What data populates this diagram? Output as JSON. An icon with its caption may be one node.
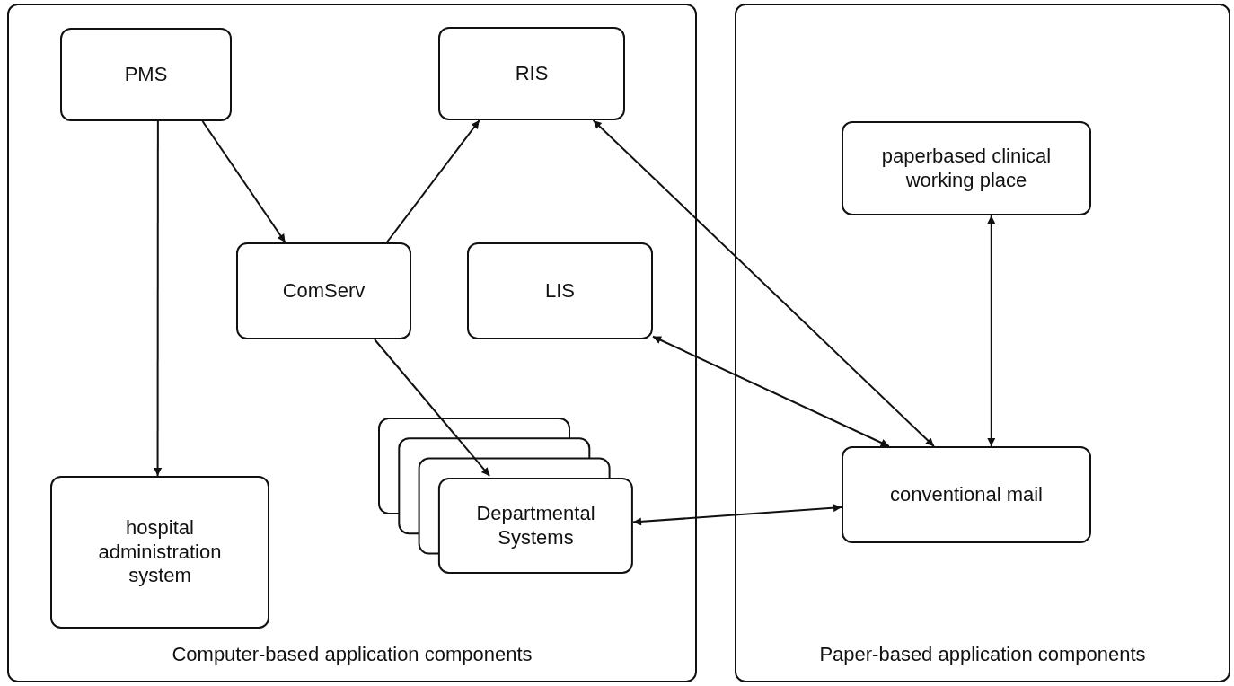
{
  "diagram": {
    "nodes": [
      {
        "text": [
          "Computer-based application components"
        ]
      },
      {
        "text": [
          "Paper-based application components"
        ]
      },
      {
        "text": [
          "PMS"
        ],
        "in": 0
      },
      {
        "text": [
          "RIS"
        ],
        "in": 0
      },
      {
        "text": [
          "ComServ"
        ],
        "in": 0
      },
      {
        "text": [
          "LIS"
        ],
        "in": 0
      },
      {
        "text": [
          "Departmental Systems"
        ],
        "in": 0
      },
      {
        "text": [
          "hospital administration system"
        ],
        "in": 0
      },
      {
        "text": [
          "paperbased clinical working place"
        ],
        "in": 1
      },
      {
        "text": [
          "conventional mail"
        ],
        "in": 1
      }
    ],
    "edges": [
      {
        "from": 2,
        "to": 7,
        "arrow": "to"
      },
      {
        "from": 2,
        "to": 4,
        "arrow": "to"
      },
      {
        "from": 4,
        "to": 3,
        "arrow": "to"
      },
      {
        "from": 4,
        "to": 6,
        "arrow": "to"
      },
      {
        "from": 3,
        "to": 9,
        "arrow": "both"
      },
      {
        "from": 5,
        "to": 9,
        "arrow": "both"
      },
      {
        "from": 8,
        "to": 9,
        "arrow": "both"
      },
      {
        "from": 6,
        "to": 9,
        "arrow": "both"
      }
    ]
  }
}
